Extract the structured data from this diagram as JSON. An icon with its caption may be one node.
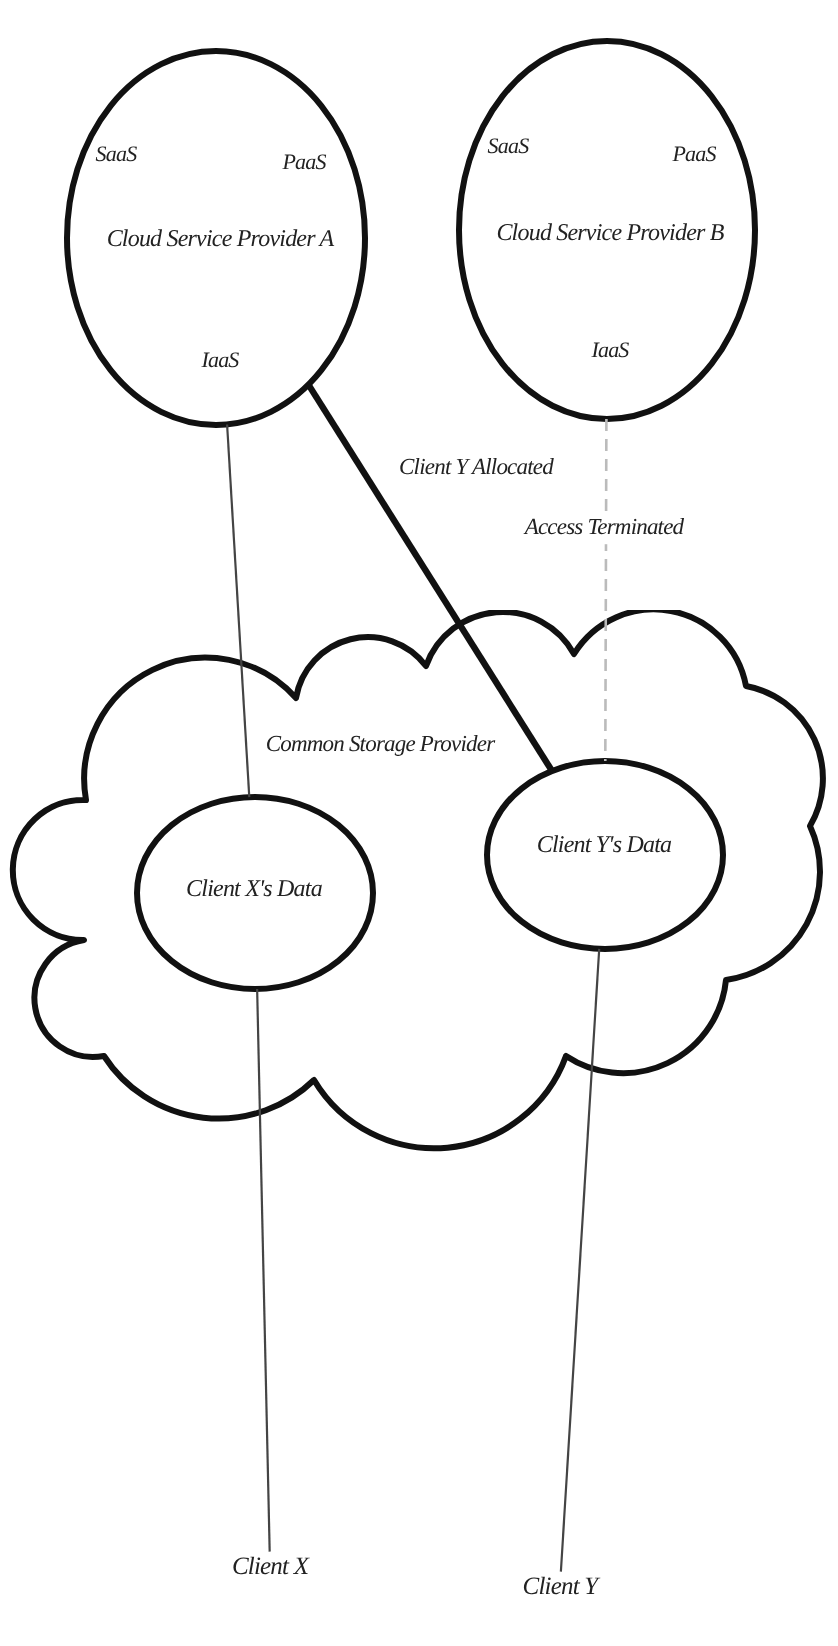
{
  "diagram": {
    "nodes": [
      {
        "text": [
          "SaaS",
          "PaaS",
          "Cloud Service Provider A",
          "IaaS"
        ]
      },
      {
        "text": [
          "SaaS",
          "PaaS",
          "Cloud Service Provider B",
          "IaaS"
        ]
      },
      {
        "text": [
          "Common Storage Provider"
        ]
      },
      {
        "text": [
          "Client X's Data"
        ],
        "in": 2
      },
      {
        "text": [
          "Client Y's Data"
        ],
        "in": 2
      },
      {
        "text": [
          "Client X"
        ]
      },
      {
        "text": [
          "Client Y"
        ]
      }
    ],
    "edges": [
      {
        "from": 0,
        "to": 3,
        "arrow": "none"
      },
      {
        "from": 0,
        "to": 4,
        "arrow": "none",
        "label": "Client Y Allocated",
        "style": "thick"
      },
      {
        "from": 1,
        "to": 4,
        "arrow": "none",
        "label": "Access Terminated",
        "style": "dashed",
        "color": "#bbbbbb"
      },
      {
        "from": 3,
        "to": 5,
        "arrow": "none"
      },
      {
        "from": 4,
        "to": 6,
        "arrow": "none"
      }
    ]
  }
}
